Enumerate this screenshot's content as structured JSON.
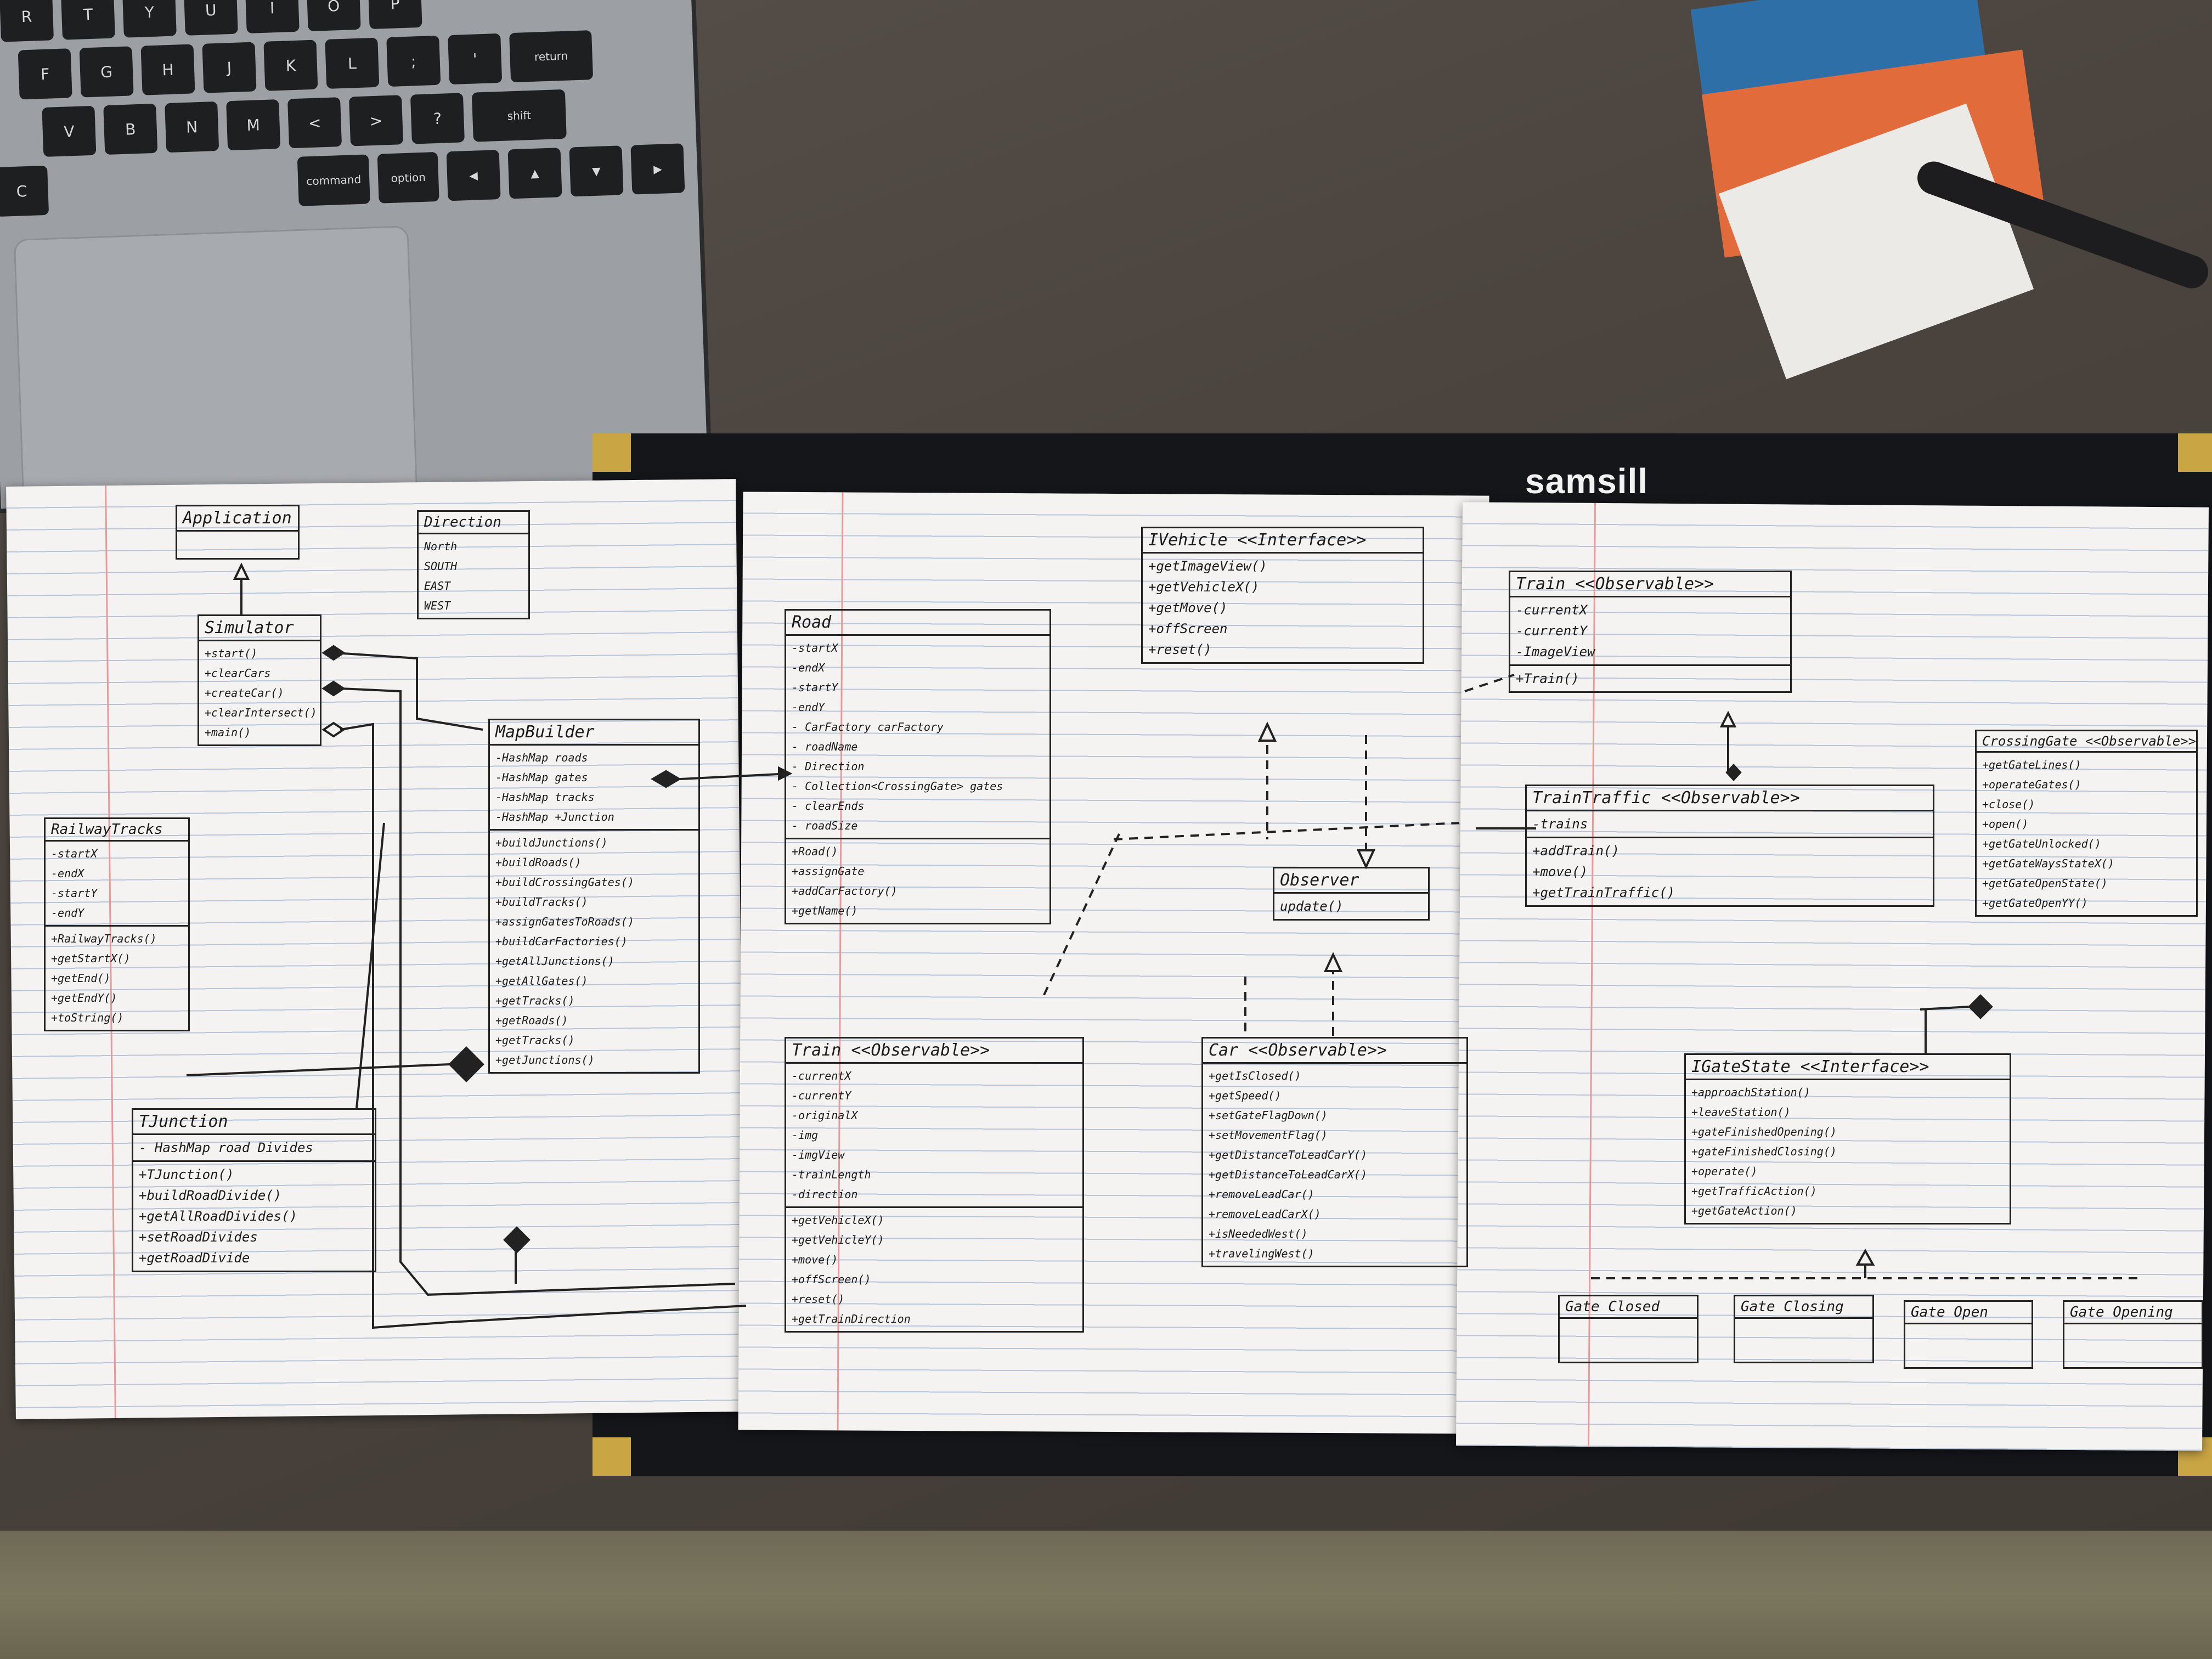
{
  "brand": {
    "name": "samsill"
  },
  "laptop": {
    "rows": [
      [
        "R",
        "T",
        "Y",
        "U",
        "I",
        "O",
        "P"
      ],
      [
        "F",
        "G",
        "H",
        "J",
        "K",
        "L",
        ";",
        "'",
        "return"
      ],
      [
        "V",
        "B",
        "N",
        "M",
        "<",
        ">",
        "?",
        "shift"
      ],
      [
        "C",
        "command",
        "option",
        "◀",
        "▲",
        "▼",
        "▶"
      ]
    ]
  },
  "diagram": {
    "classes": [
      {
        "id": "application",
        "title": "Application",
        "attributes": [],
        "methods": []
      },
      {
        "id": "direction",
        "title": "Direction",
        "attributes": [
          "North",
          "SOUTH",
          "EAST",
          "WEST"
        ],
        "methods": []
      },
      {
        "id": "simulator",
        "title": "Simulator",
        "attributes": [],
        "methods": [
          "+start()",
          "+clearCars",
          "+createCar()",
          "+clearIntersect()",
          "+main()"
        ]
      },
      {
        "id": "railwaytracks",
        "title": "RailwayTracks",
        "attributes": [
          "-startX",
          "-endX",
          "-startY",
          "-endY"
        ],
        "methods": [
          "+RailwayTracks()",
          "+getStartX()",
          "+getEnd()",
          "+getEndY()",
          "+toString()"
        ]
      },
      {
        "id": "mapbuilder",
        "title": "MapBuilder",
        "attributes": [
          "-HashMap roads",
          "-HashMap gates",
          "-HashMap tracks",
          "-HashMap +Junction"
        ],
        "methods": [
          "+buildJunctions()",
          "+buildRoads()",
          "+buildCrossingGates()",
          "+buildTracks()",
          "+assignGatesToRoads()",
          "+buildCarFactories()",
          "+getAllJunctions()",
          "+getAllGates()",
          "+getTracks()",
          "+getRoads()",
          "+getTracks()",
          "+getJunctions()"
        ]
      },
      {
        "id": "junction",
        "title": "TJunction",
        "attributes": [
          "- HashMap road Divides"
        ],
        "methods": [
          "+TJunction()",
          "+buildRoadDivide()",
          "+getAllRoadDivides()",
          "+setRoadDivides",
          "+getRoadDivide"
        ]
      },
      {
        "id": "road",
        "title": "Road",
        "attributes": [
          "-startX",
          "-endX",
          "-startY",
          "-endY",
          "- CarFactory carFactory",
          "- roadName",
          "- Direction",
          "- Collection<CrossingGate> gates",
          "- clearEnds",
          "- roadSize"
        ],
        "methods": [
          "+Road()",
          "+assignGate",
          "+addCarFactory()",
          "+getName()"
        ]
      },
      {
        "id": "ivehicle",
        "title": "IVehicle <<Interface>>",
        "attributes": [],
        "methods": [
          "+getImageView()",
          "+getVehicleX()",
          "+getMove()",
          "+offScreen",
          "+reset()"
        ]
      },
      {
        "id": "observer",
        "title": "Observer",
        "attributes": [],
        "methods": [
          "update()"
        ]
      },
      {
        "id": "train_mid",
        "title": "Train <<Observable>>",
        "attributes": [
          "-currentX",
          "-currentY",
          "-originalX",
          "-img",
          "-imgView",
          "-trainLength",
          "-direction"
        ],
        "methods": [
          "+getVehicleX()",
          "+getVehicleY()",
          "+move()",
          "+offScreen()",
          "+reset()",
          "+getTrainDirection"
        ]
      },
      {
        "id": "car",
        "title": "Car <<Observable>>",
        "attributes": [],
        "methods": [
          "+getIsClosed()",
          "+getSpeed()",
          "+setGateFlagDown()",
          "+setMovementFlag()",
          "+getDistanceToLeadCarY()",
          "+getDistanceToLeadCarX()",
          "+removeLeadCar()",
          "+removeLeadCarX()",
          "+isNeededWest()",
          "+travelingWest()"
        ]
      },
      {
        "id": "train_right",
        "title": "Train <<Observable>>",
        "attributes": [
          "-currentX",
          "-currentY",
          "-ImageView"
        ],
        "methods": [
          "+Train()"
        ]
      },
      {
        "id": "traintraffic",
        "title": "TrainTraffic <<Observable>>",
        "attributes": [
          "-trains"
        ],
        "methods": [
          "+addTrain()",
          "+move()",
          "+getTrainTraffic()"
        ]
      },
      {
        "id": "crossinggate",
        "title": "CrossingGate <<Observable>>",
        "attributes": [],
        "methods": [
          "+getGateLines()",
          "+operateGates()",
          "+close()",
          "+open()",
          "+getGateUnlocked()",
          "+getGateWaysStateX()",
          "+getGateOpenState()",
          "+getGateOpenYY()"
        ]
      },
      {
        "id": "igatestate",
        "title": "IGateState <<Interface>>",
        "attributes": [],
        "methods": [
          "+approachStation()",
          "+leaveStation()",
          "+gateFinishedOpening()",
          "+gateFinishedClosing()",
          "+operate()",
          "+getTrafficAction()",
          "+getGateAction()"
        ]
      },
      {
        "id": "gateclosed",
        "title": "Gate Closed",
        "attributes": [],
        "methods": []
      },
      {
        "id": "gateclosing",
        "title": "Gate Closing",
        "attributes": [],
        "methods": []
      },
      {
        "id": "gateopen",
        "title": "Gate Open",
        "attributes": [],
        "methods": []
      },
      {
        "id": "gateopening",
        "title": "Gate Opening",
        "attributes": [],
        "methods": []
      }
    ]
  }
}
